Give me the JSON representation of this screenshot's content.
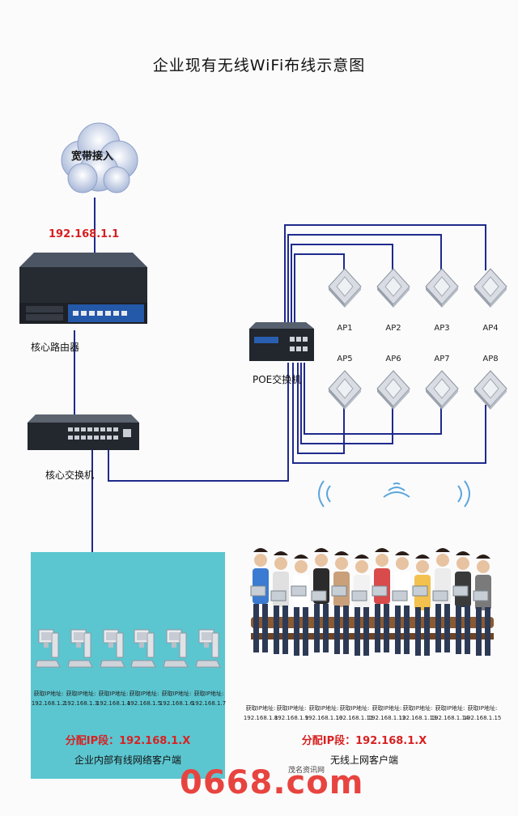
{
  "title": "企业现有无线WiFi布线示意图",
  "cloud_label": "宽带接入",
  "router_ip": "192.168.1.1",
  "router_label": "核心路由器",
  "switch_label": "核心交换机",
  "poe_label": "POE交换机",
  "access_points": [
    "AP1",
    "AP2",
    "AP3",
    "AP4",
    "AP5",
    "AP6",
    "AP7",
    "AP8"
  ],
  "wired_clients": {
    "ip_prefix": "获取IP地址:",
    "ips": [
      "192.168.1.2",
      "192.168.1.3",
      "192.168.1.4",
      "192.168.1.5",
      "192.168.1.6",
      "192.168.1.7"
    ],
    "segment": "分配IP段：192.168.1.X",
    "label": "企业内部有线网络客户端"
  },
  "wireless_clients": {
    "ip_prefix": "获取IP地址:",
    "ips": [
      "192.168.1.8",
      "192.168.1.9",
      "192.168.1.10",
      "192.168.1.11",
      "192.168.1.12",
      "192.168.1.13",
      "192.168.1.14",
      "192.168.1.15"
    ],
    "segment": "分配IP段：192.168.1.X",
    "label": "无线上网客户端"
  },
  "watermark": {
    "number": "0668.com",
    "site": "茂名资讯网"
  },
  "colors": {
    "cable": "#1f2a8c",
    "panel": "#5bc6d0",
    "accent_red": "#d61f1f"
  }
}
